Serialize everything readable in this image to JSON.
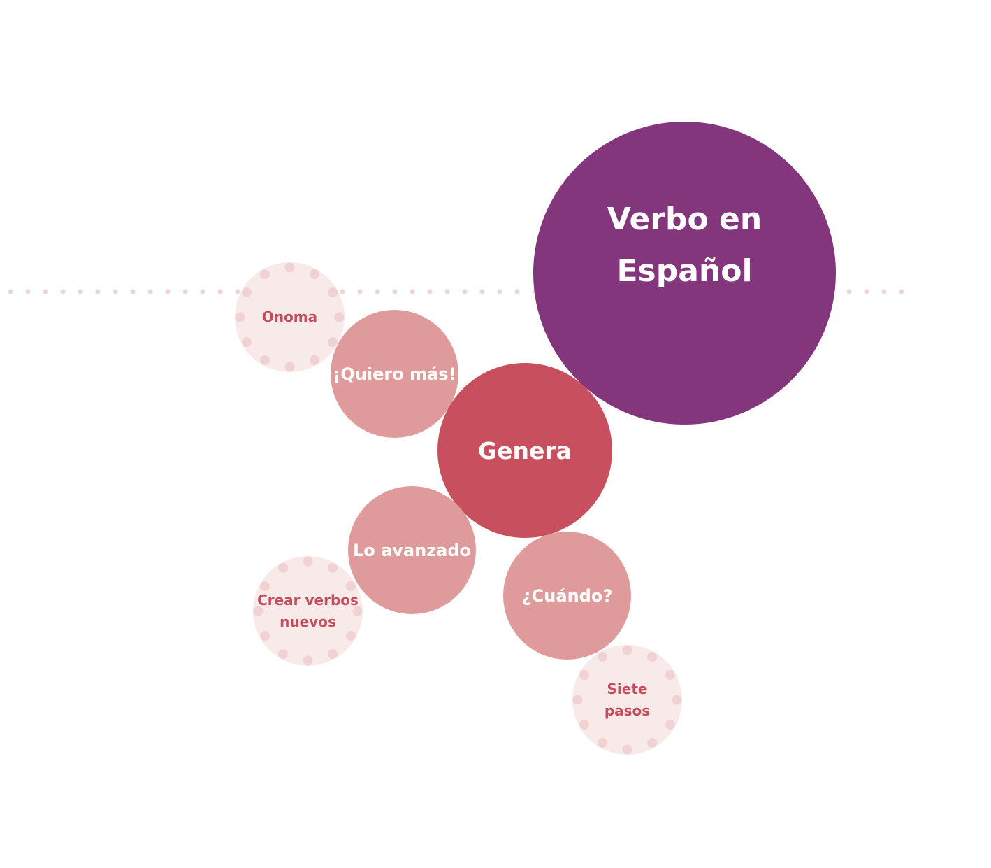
{
  "colors": {
    "main": "#83367c",
    "genera": "#c8505e",
    "sub": "#df9b9b",
    "leaf_fill": "#f9eaea",
    "leaf_text": "#c44d5d",
    "dots": "#f0d2d2"
  },
  "nodes": {
    "main": {
      "line1": "Verbo en",
      "line2": "Español"
    },
    "genera": "Genera",
    "quiero": "¡Quiero más!",
    "avanzado": "Lo avanzado",
    "cuando": "¿Cuándo?",
    "onoma": "Onoma",
    "crear": {
      "line1": "Crear verbos",
      "line2": "nuevos"
    },
    "siete": {
      "line1": "Siete",
      "line2": "pasos"
    }
  }
}
